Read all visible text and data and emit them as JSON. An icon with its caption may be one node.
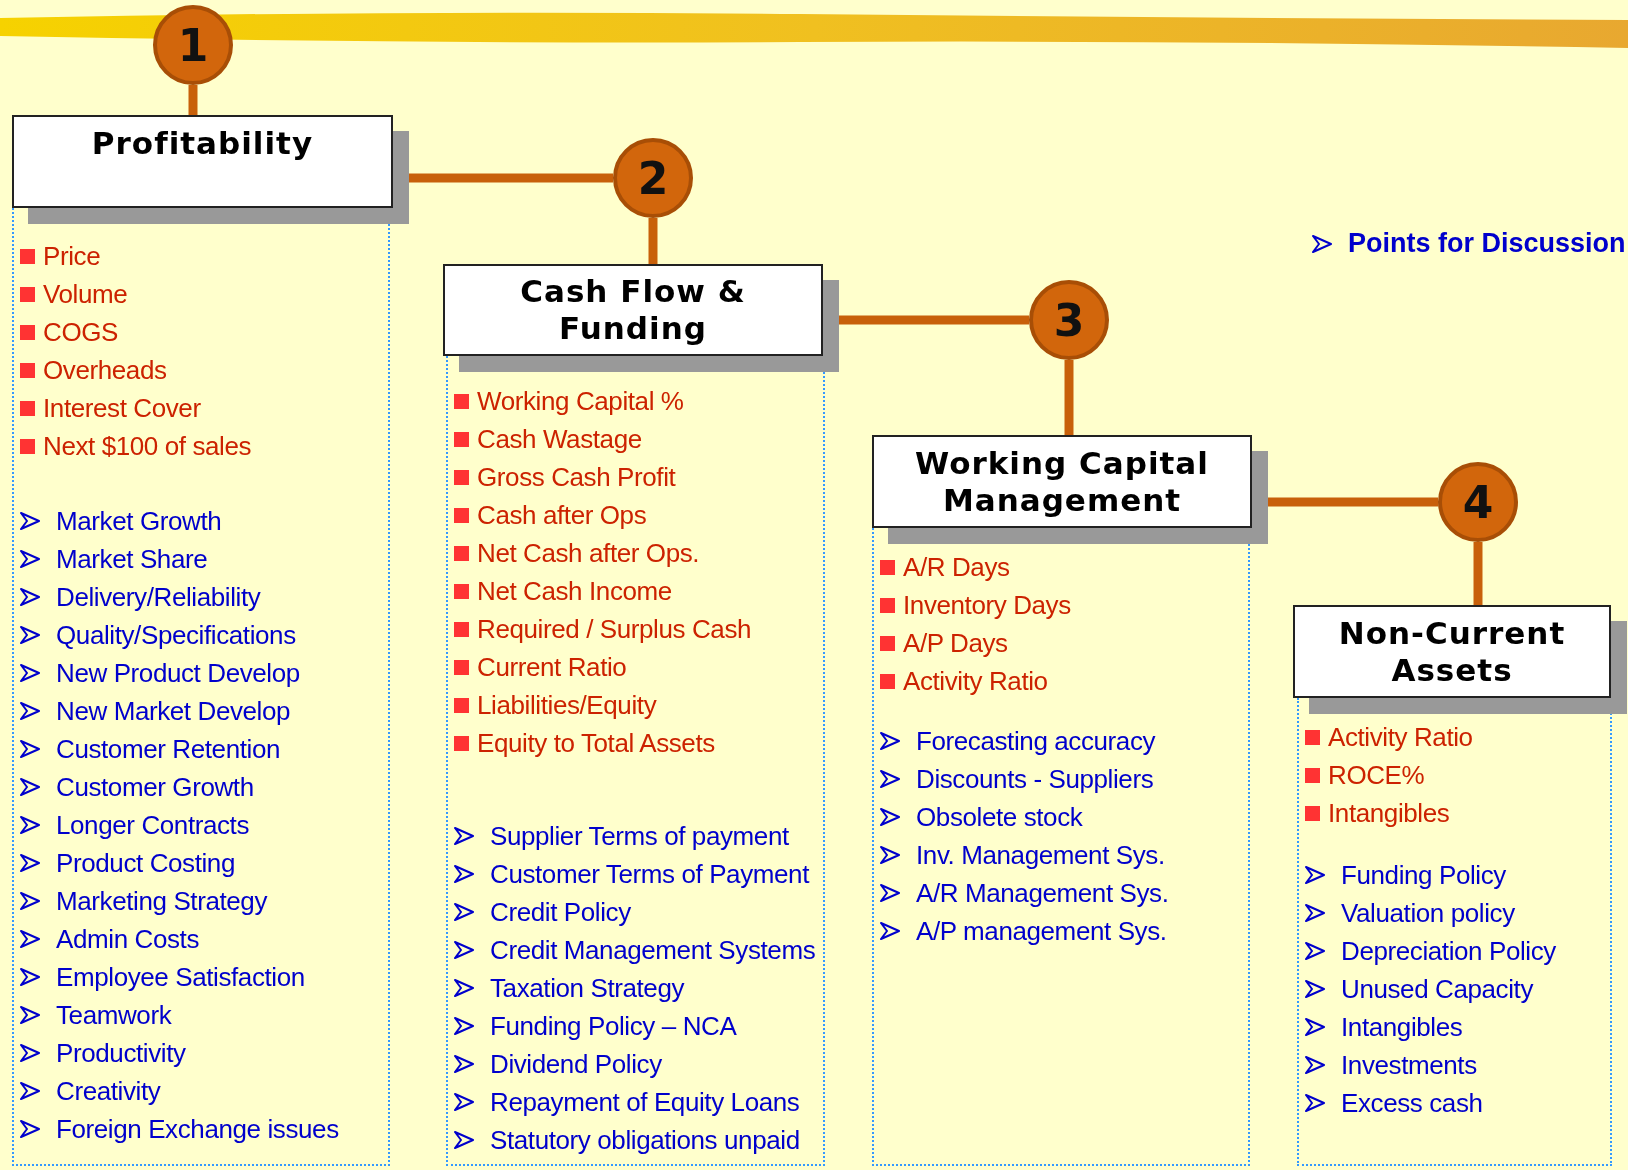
{
  "diagram": {
    "nodes": [
      {
        "text": [
          "1"
        ]
      },
      {
        "text": [
          "Profitability"
        ]
      },
      {
        "text": [
          "Price",
          "Volume",
          "COGS",
          "Overheads",
          "Interest Cover",
          "Next $100 of sales",
          "Market Growth",
          "Market Share",
          "Delivery/Reliability",
          "Quality/Specifications",
          "New Product Develop",
          "New Market Develop",
          "Customer Retention",
          "Customer Growth",
          "Longer Contracts",
          "Product Costing",
          "Marketing Strategy",
          "Admin Costs",
          "Employee Satisfaction",
          "Teamwork",
          "Productivity",
          "Creativity",
          "Foreign Exchange issues"
        ]
      },
      {
        "text": [
          "2"
        ]
      },
      {
        "text": [
          "Cash Flow & Funding"
        ]
      },
      {
        "text": [
          "Working Capital %",
          "Cash Wastage",
          "Gross Cash Profit",
          "Cash after Ops",
          "Net Cash after Ops.",
          "Net Cash Income",
          "Required / Surplus Cash",
          "Current Ratio",
          "Liabilities/Equity",
          "Equity to Total Assets",
          "Supplier Terms of payment",
          "Customer Terms of Payment",
          "Credit Policy",
          "Credit Management Systems",
          "Taxation Strategy",
          "Funding Policy – NCA",
          "Dividend Policy",
          "Repayment of Equity Loans",
          "Statutory obligations unpaid"
        ]
      },
      {
        "text": [
          "3"
        ]
      },
      {
        "text": [
          "Working Capital Management"
        ]
      },
      {
        "text": [
          "A/R Days",
          "Inventory Days",
          "A/P Days",
          "Activity Ratio",
          "Forecasting accuracy",
          "Discounts - Suppliers",
          "Obsolete stock",
          "Inv. Management Sys.",
          "A/R Management Sys.",
          "A/P management Sys."
        ]
      },
      {
        "text": [
          "4"
        ]
      },
      {
        "text": [
          "Non-Current Assets"
        ]
      },
      {
        "text": [
          "Activity Ratio",
          "ROCE%",
          "Intangibles",
          "Funding Policy",
          "Valuation policy",
          "Depreciation Policy",
          "Unused Capacity",
          "Intangibles",
          "Investments",
          "Excess cash"
        ]
      }
    ],
    "edges": [
      {
        "from": 0,
        "to": 1,
        "arrow": "none"
      },
      {
        "from": 1,
        "to": 3,
        "arrow": "none"
      },
      {
        "from": 3,
        "to": 4,
        "arrow": "none"
      },
      {
        "from": 4,
        "to": 6,
        "arrow": "none"
      },
      {
        "from": 6,
        "to": 7,
        "arrow": "none"
      },
      {
        "from": 7,
        "to": 9,
        "arrow": "none"
      },
      {
        "from": 9,
        "to": 10,
        "arrow": "none"
      }
    ],
    "labels": [
      "Points for Discussion"
    ]
  }
}
